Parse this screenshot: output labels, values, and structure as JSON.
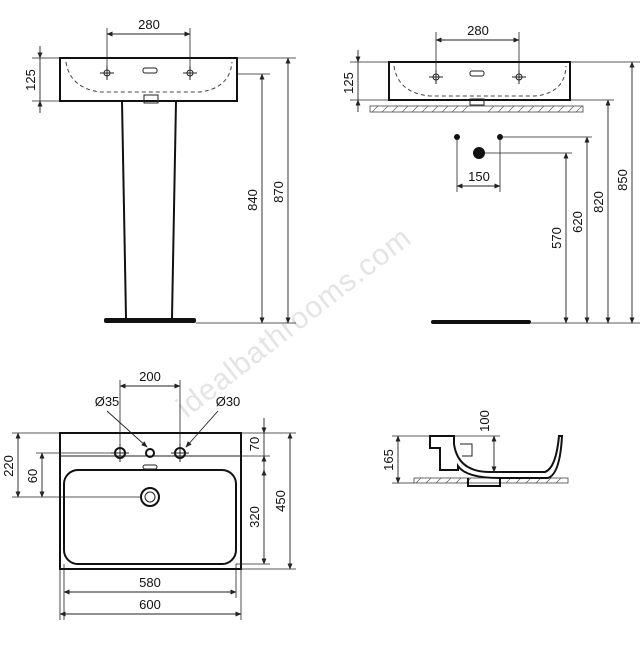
{
  "watermark": "idealbathrooms.com",
  "views": {
    "front": {
      "dims": {
        "top_width": "280",
        "basin_height": "125",
        "rim_height": "840",
        "total_height": "870"
      }
    },
    "side": {
      "dims": {
        "top_width": "280",
        "basin_height": "125",
        "waste_spacing": "150",
        "waste_height": "570",
        "supply_height": "620",
        "rim_height": "820",
        "total_height": "850"
      }
    },
    "plan": {
      "dims": {
        "tap_spacing": "200",
        "tap_hole": "Ø35",
        "overflow_hole": "Ø30",
        "depth_total": "220",
        "bowl_offset": "60",
        "back_depth": "70",
        "front_depth": "450",
        "bowl_depth": "320",
        "inner_width": "580",
        "overall_width": "600"
      }
    },
    "section": {
      "dims": {
        "bowl_height": "100",
        "overall_height": "165"
      }
    }
  }
}
